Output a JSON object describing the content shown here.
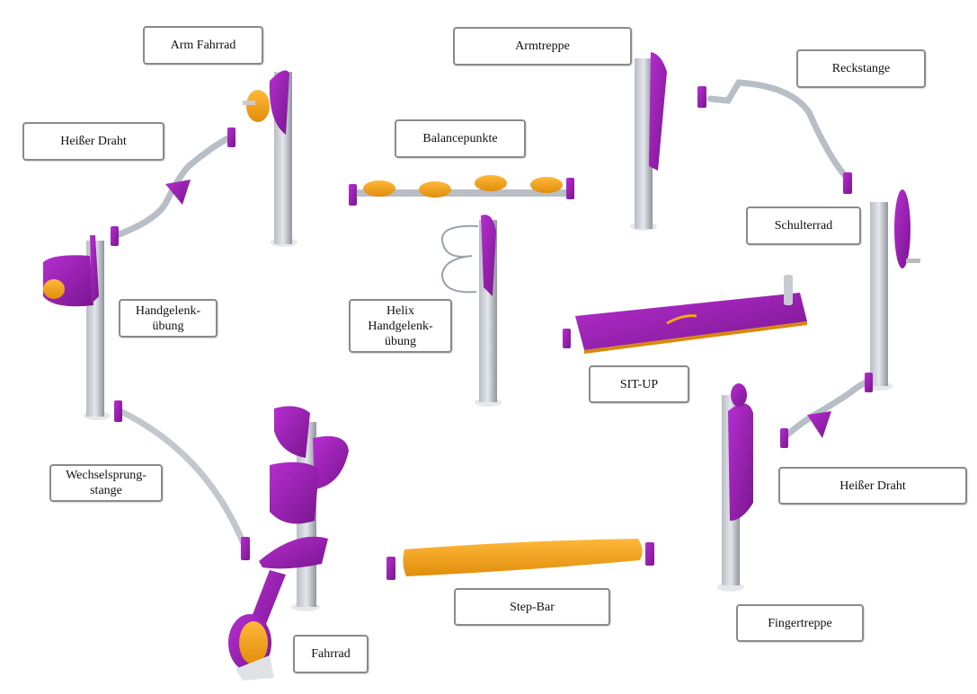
{
  "colors": {
    "purple": "#9b1fb5",
    "purple_dark": "#6d1480",
    "orange": "#f5a31a",
    "steel": "#9aa0a8",
    "steel_light": "#cfd3d8",
    "frame": "#8a8a8a"
  },
  "labels": {
    "arm_fahrrad": "Arm Fahrrad",
    "armtreppe": "Armtreppe",
    "reckstange": "Reckstange",
    "heisser_draht_left": "Heißer Draht",
    "balancepunkte": "Balancepunkte",
    "schulterrad": "Schulterrad",
    "handgelenk": "Handgelenk-\nübung",
    "helix": "Helix\nHandgelenk-\nübung",
    "situp": "SIT-UP",
    "wechselsprung": "Wechselsprung-\nstange",
    "heisser_draht_right": "Heißer Draht",
    "step_bar": "Step-Bar",
    "fingertreppe": "Fingertreppe",
    "fahrrad": "Fahrrad"
  }
}
